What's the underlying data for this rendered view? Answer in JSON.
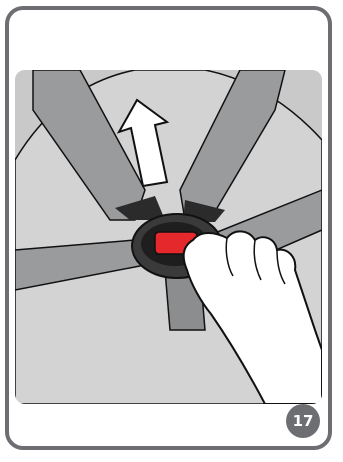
{
  "step": {
    "number": "17"
  },
  "illustration": {
    "subject": "harness-buckle-release",
    "arrow_direction": "up"
  },
  "colors": {
    "frame_border": "#6d6e71",
    "background_panel": "#c9c9c9",
    "strap": "#9a9b9d",
    "buckle_release": "#e5282b",
    "badge": "#6d6e71",
    "badge_text": "#ffffff"
  }
}
